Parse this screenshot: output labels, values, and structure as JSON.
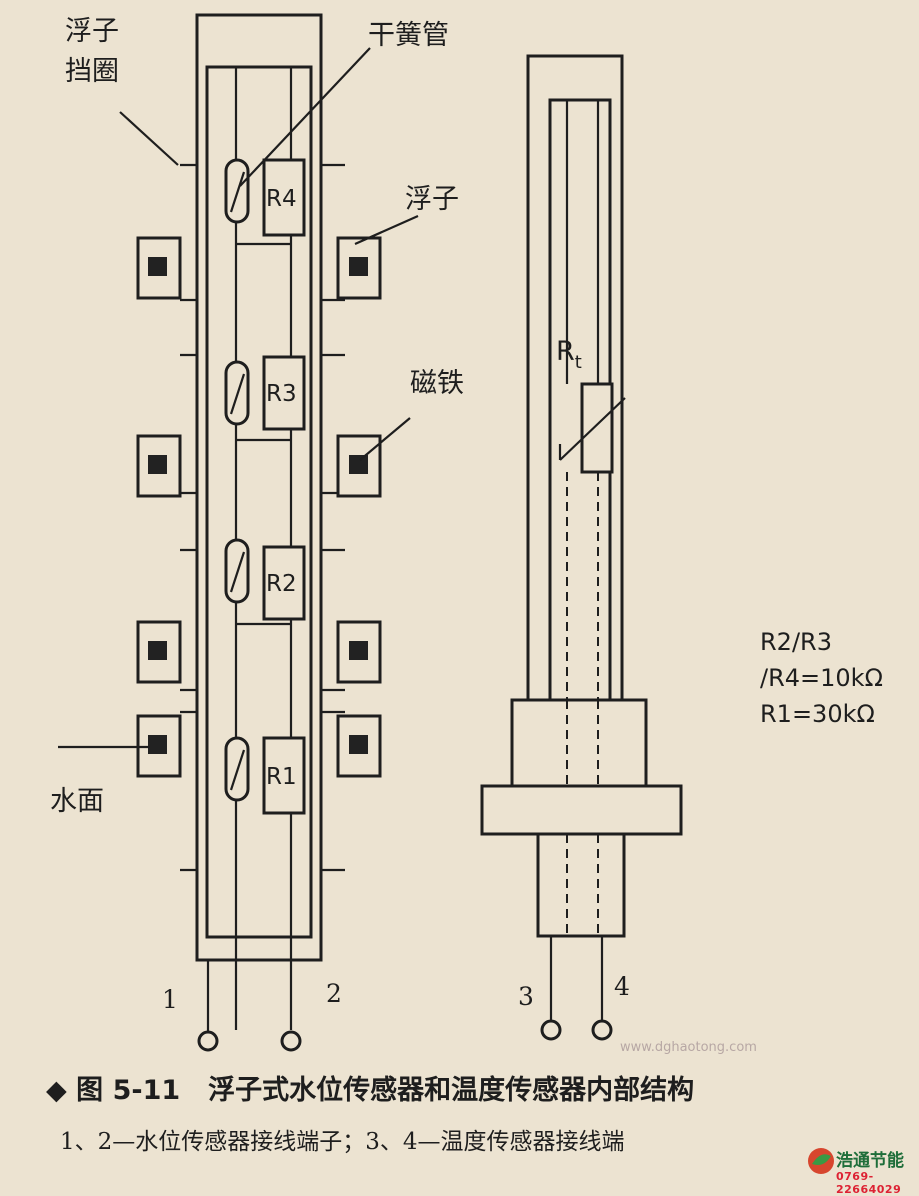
{
  "labels": {
    "float_stopper_line1": "浮子",
    "float_stopper_line2": "挡圈",
    "reed_switch": "干簧管",
    "float": "浮子",
    "magnet": "磁铁",
    "water_surface": "水面",
    "thermistor_main": "R",
    "thermistor_sub": "t"
  },
  "resistors": [
    "R4",
    "R3",
    "R2",
    "R1"
  ],
  "terminals": [
    "1",
    "2",
    "3",
    "4"
  ],
  "specs": [
    "R2/R3",
    "/R4=10kΩ",
    "R1=30kΩ"
  ],
  "caption": {
    "figure": "图 5-11",
    "title": "浮子式水位传感器和温度传感器内部结构",
    "subtitle": "1、2—水位传感器接线端子；3、4—温度传感器接线端"
  },
  "watermark": "www.dghaotong.com",
  "logo": {
    "name": "浩通节能",
    "phone": "0769-22664029"
  }
}
